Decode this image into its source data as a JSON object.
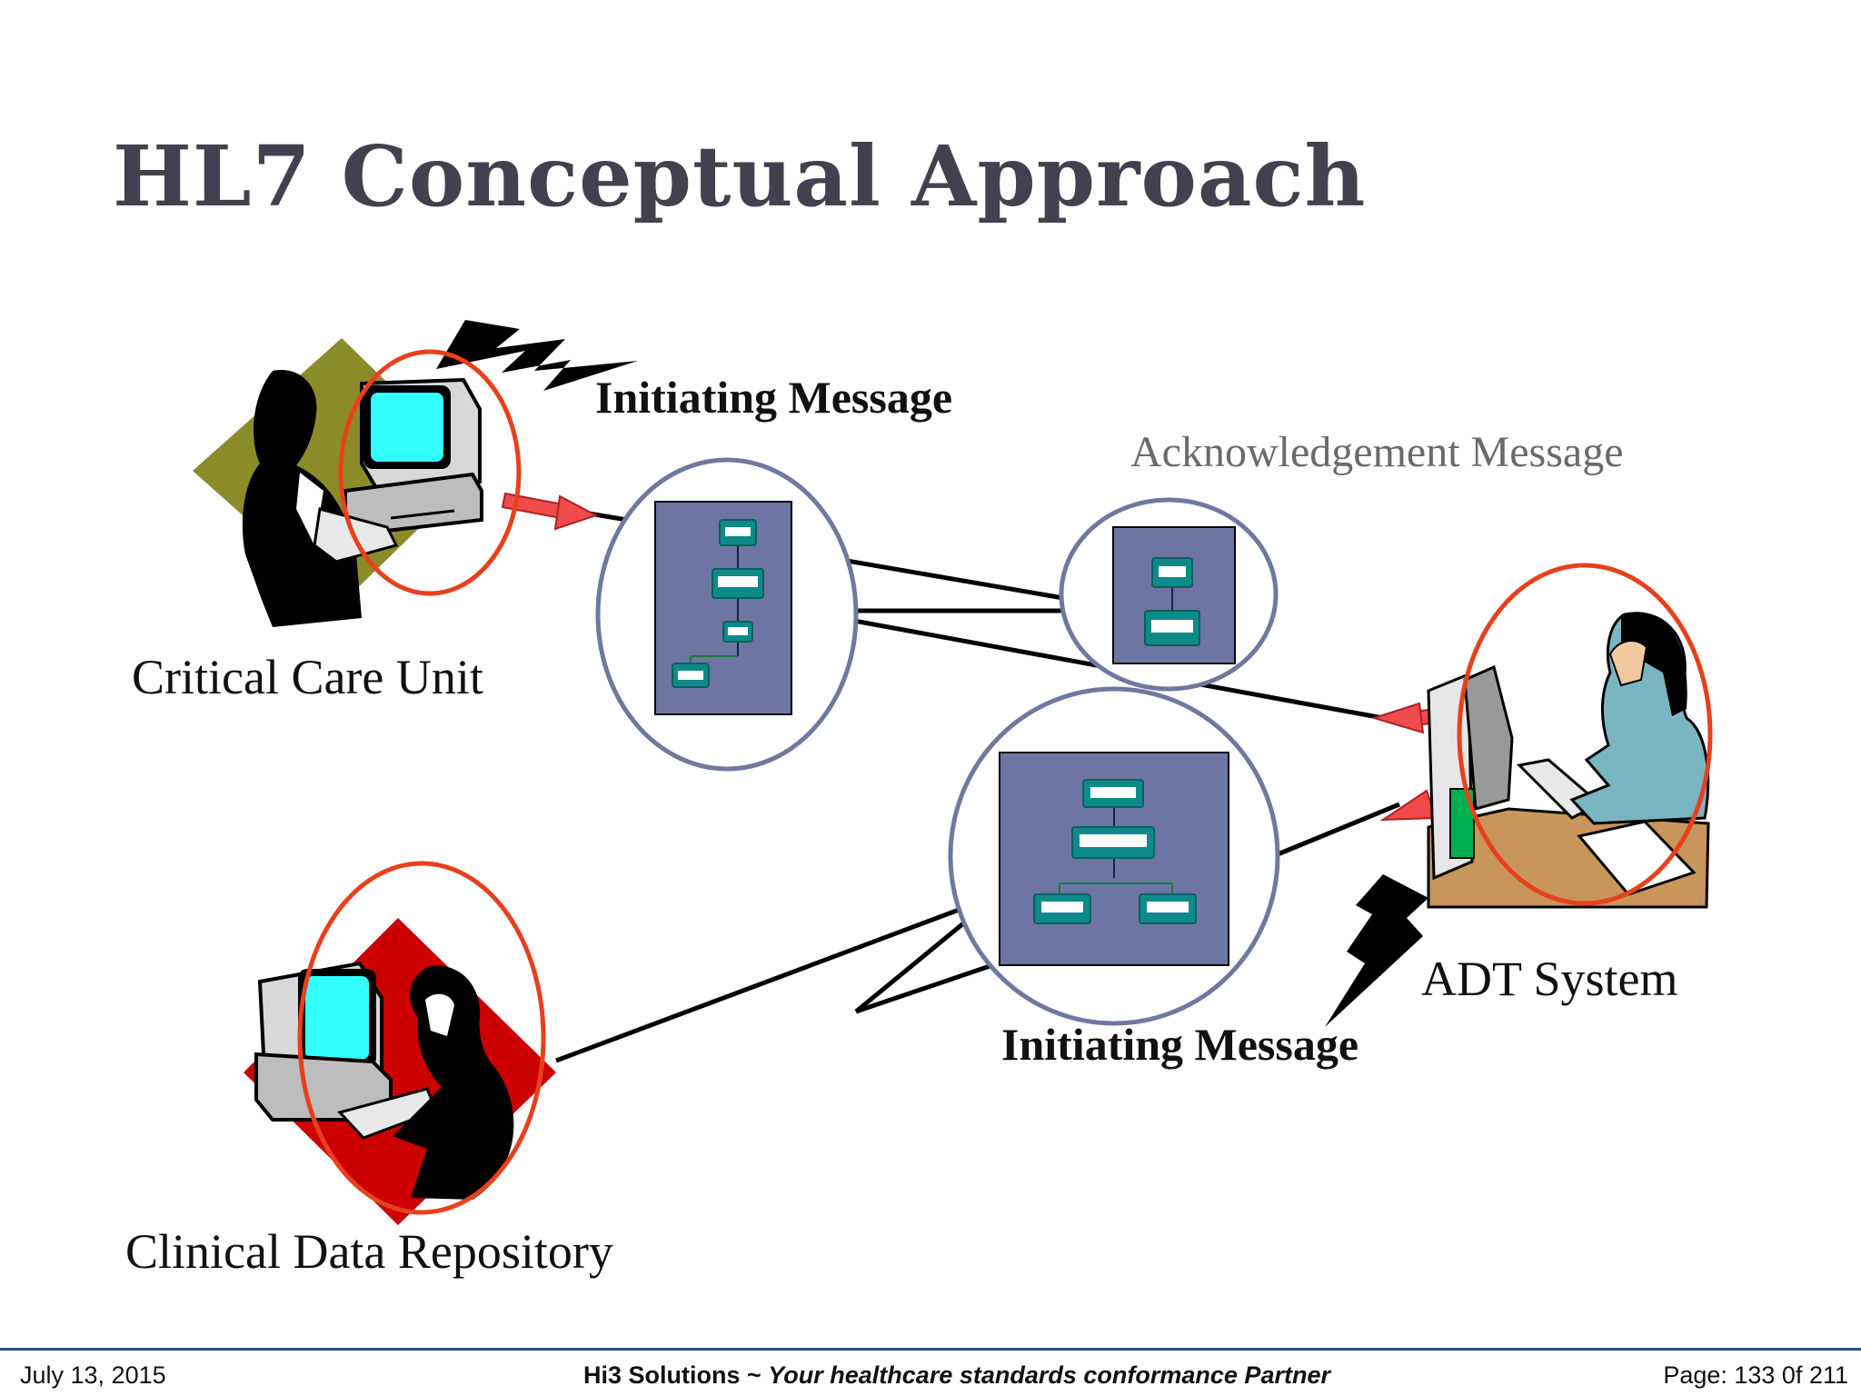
{
  "slide": {
    "title": "HL7 Conceptual Approach"
  },
  "labels": {
    "initiating_message_top": "Initiating Message",
    "acknowledgement_message": "Acknowledgement Message",
    "critical_care_unit": "Critical Care Unit",
    "adt_system": "ADT System",
    "initiating_message_bottom": "Initiating Message",
    "clinical_data_repository": "Clinical Data Repository"
  },
  "footer": {
    "date": "July 13, 2015",
    "company": "Hi3 Solutions ~ ",
    "tagline": "Your healthcare standards conformance Partner",
    "page": "Page: 133 0f 211"
  },
  "colors": {
    "title": "#41414f",
    "highlight_ellipse": "#e8401c",
    "message_box": "#6d76a3",
    "bubble": "#7078a0",
    "arrow": "#ef4b4b",
    "node": "#0e8a8a",
    "ccu_diamond": "#8b8b2a",
    "cdr_diamond": "#cc0000",
    "footer_rule": "#2e4c86"
  }
}
